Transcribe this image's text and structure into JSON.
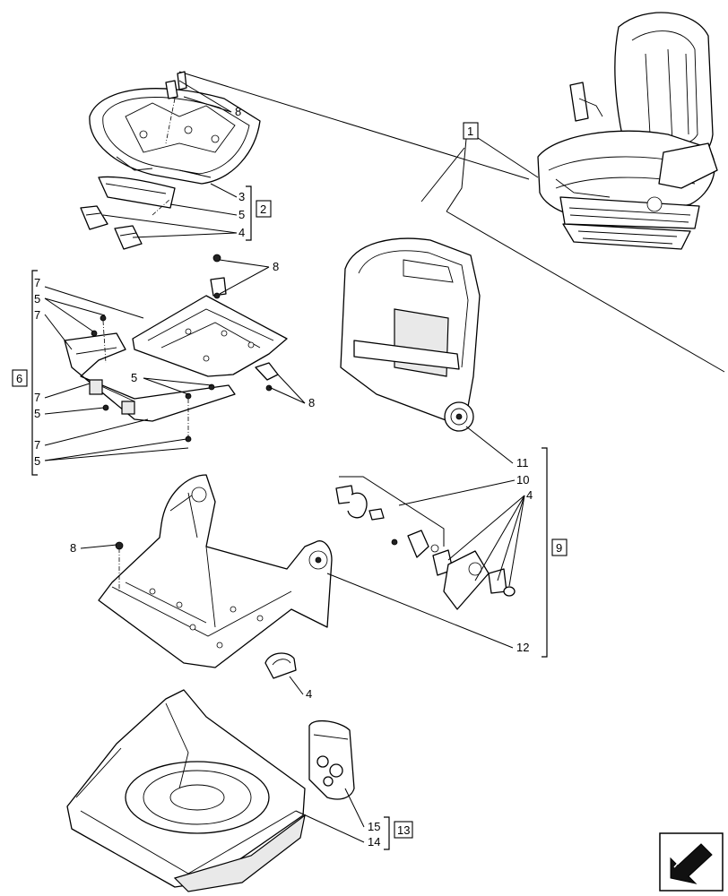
{
  "callouts": {
    "c8a": "8",
    "c3": "3",
    "c5a": "5",
    "c4a": "4",
    "c2": "2",
    "c1": "1",
    "c8b": "8",
    "c7a": "7",
    "c5b": "5",
    "c7b": "7",
    "c6": "6",
    "c5c": "5",
    "c7c": "7",
    "c5d": "5",
    "c8c": "8",
    "c7d": "7",
    "c5e": "5",
    "c11": "11",
    "c10": "10",
    "c4b": "4",
    "c9": "9",
    "c8d": "8",
    "c12": "12",
    "c4c": "4",
    "c15": "15",
    "c13": "13",
    "c14": "14"
  },
  "icons": {
    "nav": "next-page-arrow-icon"
  }
}
